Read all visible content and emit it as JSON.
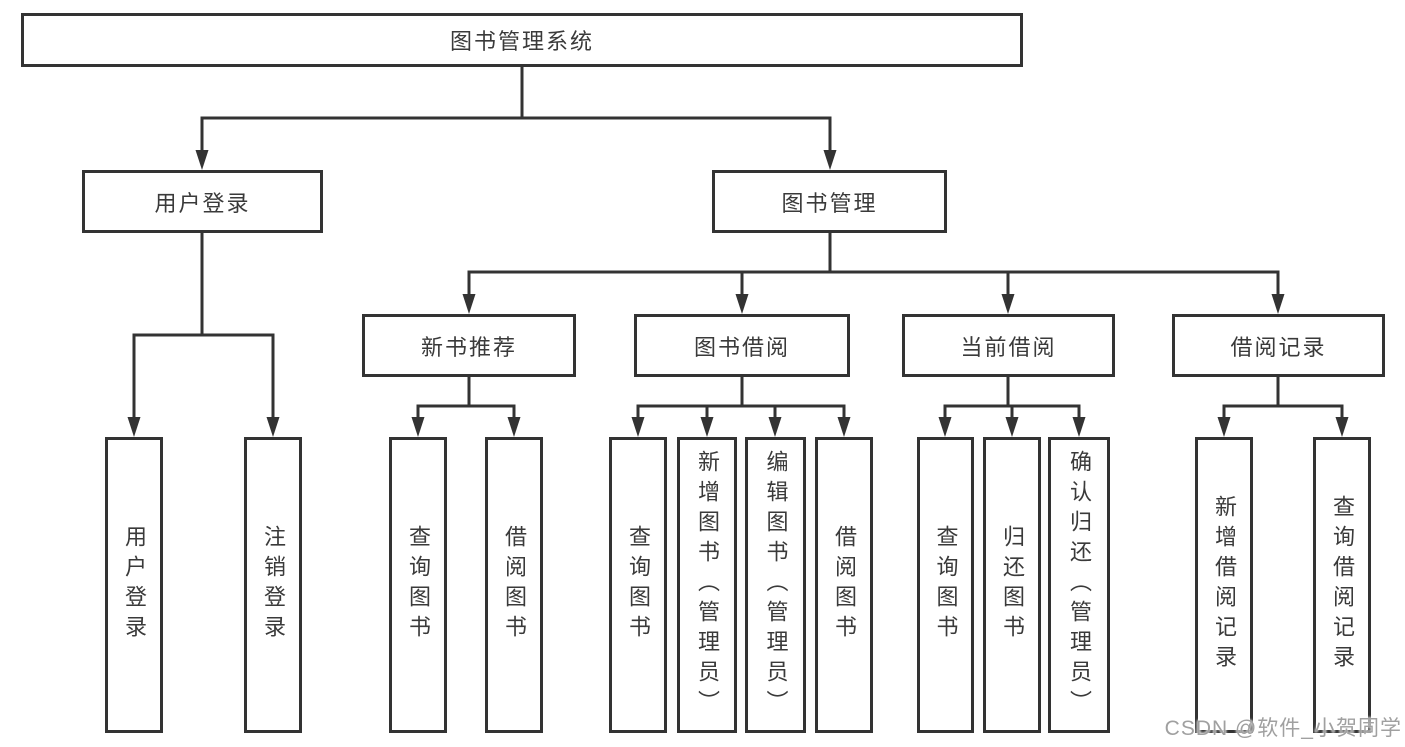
{
  "diagram": {
    "type": "hierarchy-tree",
    "tree": {
      "label": "图书管理系统",
      "children": [
        {
          "label": "用户登录",
          "children": [
            {
              "label": "用户登录"
            },
            {
              "label": "注销登录"
            }
          ]
        },
        {
          "label": "图书管理",
          "children": [
            {
              "label": "新书推荐",
              "children": [
                {
                  "label": "查询图书"
                },
                {
                  "label": "借阅图书"
                }
              ]
            },
            {
              "label": "图书借阅",
              "children": [
                {
                  "label": "查询图书"
                },
                {
                  "label": "新增图书（管理员）"
                },
                {
                  "label": "编辑图书（管理员）"
                },
                {
                  "label": "借阅图书"
                }
              ]
            },
            {
              "label": "当前借阅",
              "children": [
                {
                  "label": "查询图书"
                },
                {
                  "label": "归还图书"
                },
                {
                  "label": "确认归还（管理员）"
                }
              ]
            },
            {
              "label": "借阅记录",
              "children": [
                {
                  "label": "新增借阅记录"
                },
                {
                  "label": "查询借阅记录"
                }
              ]
            }
          ]
        }
      ]
    },
    "colors": {
      "line": "#333333",
      "box_border": "#333333",
      "text": "#3a3a3a",
      "background": "#ffffff",
      "watermark": "#a0a0a0"
    }
  },
  "watermark": {
    "text": "CSDN @软件_小贺同学"
  }
}
